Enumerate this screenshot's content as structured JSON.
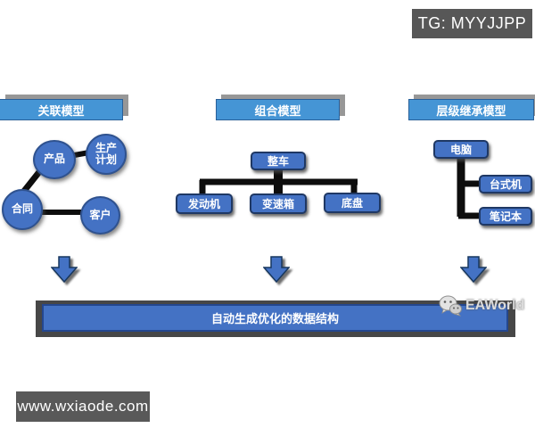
{
  "badges": {
    "top_right": "TG: MYYJJPP",
    "bottom_left": "www.wxiaode.com"
  },
  "watermark": {
    "brand": "EAWorld",
    "icon": "wechat-icon"
  },
  "colors": {
    "header_blue": "#4595d5",
    "node_blue": "#4472c4",
    "node_border_dark": "#1f3864",
    "circle_border": "#2f528f",
    "connector_black": "#0d0d0d",
    "badge_gray": "#575757",
    "bar_shadow_gray": "#474747",
    "background": "#ffffff",
    "text_white": "#ffffff"
  },
  "diagram": {
    "sections": [
      {
        "title": "关联模型",
        "type": "association",
        "nodes": [
          {
            "label": "产品"
          },
          {
            "label": "生产计划"
          },
          {
            "label": "合同"
          },
          {
            "label": "客户"
          }
        ],
        "links": [
          "产品-生产计划",
          "合同-产品",
          "合同-客户"
        ]
      },
      {
        "title": "组合模型",
        "type": "composition",
        "root": "整车",
        "children": [
          "发动机",
          "变速箱",
          "底盘"
        ]
      },
      {
        "title": "层级继承模型",
        "type": "inheritance",
        "root": "电脑",
        "children": [
          "台式机",
          "笔记本"
        ]
      }
    ],
    "result_bar": "自动生成优化的数据结构"
  }
}
